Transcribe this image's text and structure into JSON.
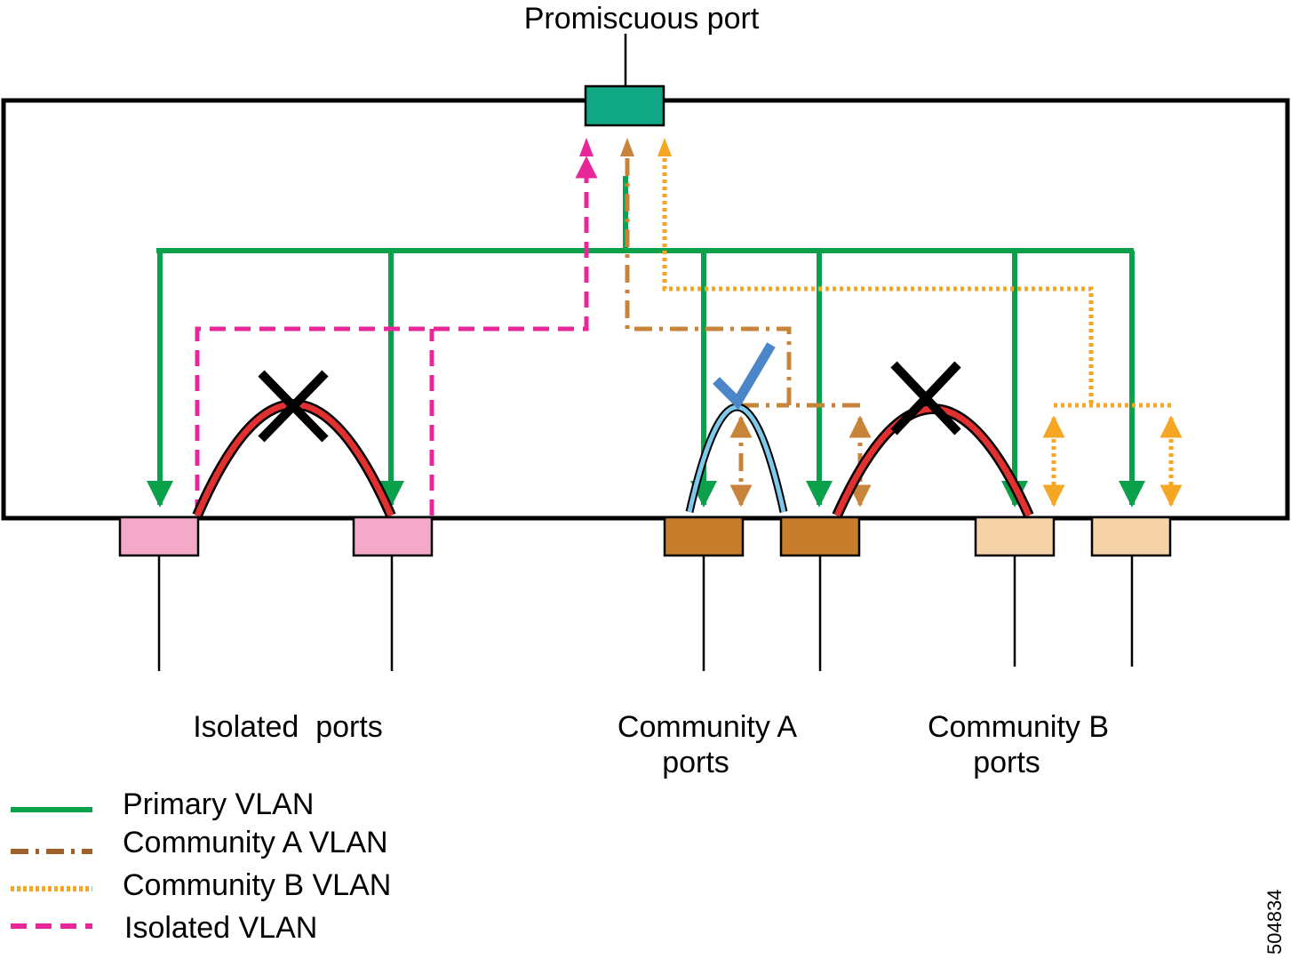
{
  "labels": {
    "promiscuous_port": "Promiscuous port",
    "isolated_ports": "Isolated  ports",
    "community_a_line1": "Community A",
    "community_a_line2": "ports",
    "community_b_line1": "Community B",
    "community_b_line2": "ports",
    "figure_id": "504834"
  },
  "legend": {
    "primary": "Primary VLAN",
    "community_a": "Community A VLAN",
    "community_b": "Community B VLAN",
    "isolated": "Isolated VLAN"
  },
  "colors": {
    "primary_vlan": "#0aa14a",
    "community_a_vlan": "#c8843a",
    "community_b_vlan": "#f5a623",
    "isolated_vlan": "#e8289a",
    "promiscuous_port": "#10a884",
    "isolated_port": "#f4a9c8",
    "community_a_port": "#c77d2c",
    "community_b_port": "#f6d2a8",
    "blocked_arc": "#e03030",
    "allowed_arc": "#7ec8ea",
    "check_mark": "#4a86c8"
  },
  "icons": {
    "blocked": "x-mark-icon",
    "allowed": "check-mark-icon"
  }
}
